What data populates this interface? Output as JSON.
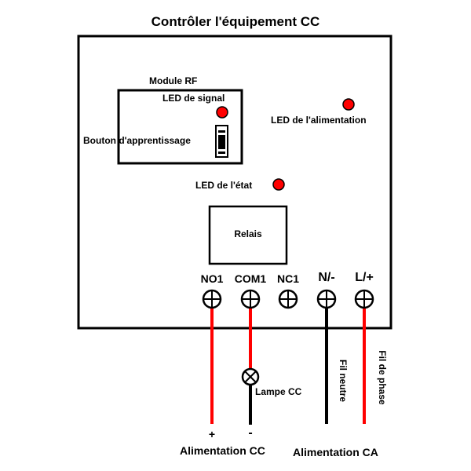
{
  "title": "Contrôler l'équipement CC",
  "module_rf": {
    "label": "Module RF",
    "signal_led_label": "LED de signal",
    "learn_button_label": "Bouton d'apprentissage"
  },
  "power_led_label": "LED de l'alimentation",
  "status_led_label": "LED de l'état",
  "relay_label": "Relais",
  "terminals": [
    {
      "id": "no1",
      "label": "NO1"
    },
    {
      "id": "com1",
      "label": "COM1"
    },
    {
      "id": "nc1",
      "label": "NC1"
    },
    {
      "id": "n",
      "label": "N/-"
    },
    {
      "id": "l",
      "label": "L/+"
    }
  ],
  "wires": {
    "neutral_label": "Fil neutre",
    "phase_label": "Fil de phase",
    "lamp_label": "Lampe CC",
    "plus_sign": "+",
    "minus_sign": "-"
  },
  "power": {
    "dc_label": "Alimentation CC",
    "ac_label": "Alimentation CA"
  },
  "colors": {
    "led": "#ff0000",
    "wire_positive": "#ff0000",
    "wire_negative": "#000000",
    "outline": "#000000"
  }
}
